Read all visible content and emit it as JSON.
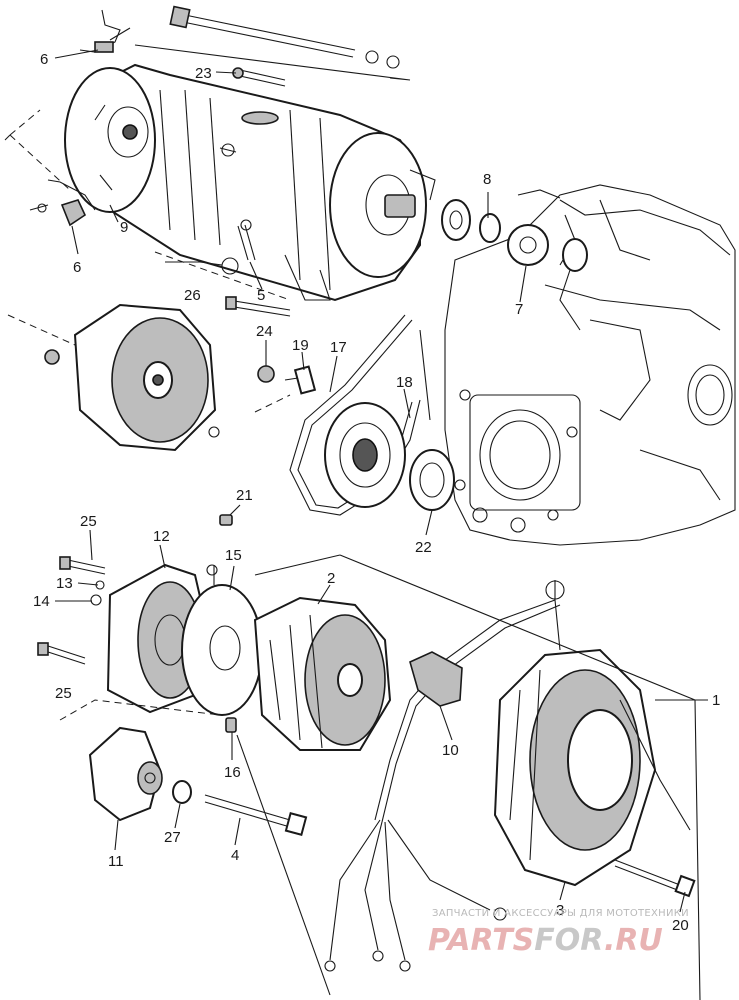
{
  "part_numbers": {
    "p1": "1",
    "p2": "2",
    "p3": "3",
    "p4": "4",
    "p5": "5",
    "p6a": "6",
    "p6b": "6",
    "p7": "7",
    "p8": "8",
    "p9": "9",
    "p10": "10",
    "p11": "11",
    "p12": "12",
    "p13": "13",
    "p14": "14",
    "p15": "15",
    "p16": "16",
    "p17": "17",
    "p18": "18",
    "p19": "19",
    "p20": "20",
    "p21": "21",
    "p22": "22",
    "p23": "23",
    "p24": "24",
    "p25a": "25",
    "p25b": "25",
    "p26": "26",
    "p27": "27"
  },
  "watermark": {
    "tagline": "ЗАПЧАСТИ И АКСЕССУАРЫ ДЛЯ МОТОТЕХНИКИ",
    "logo_red": "PARTS",
    "logo_gray": "FOR",
    "domain": ".RU"
  },
  "colors": {
    "line": "#1a1a1a",
    "watermark_red": "#e8b3b3",
    "watermark_gray": "#c8c8c8"
  }
}
